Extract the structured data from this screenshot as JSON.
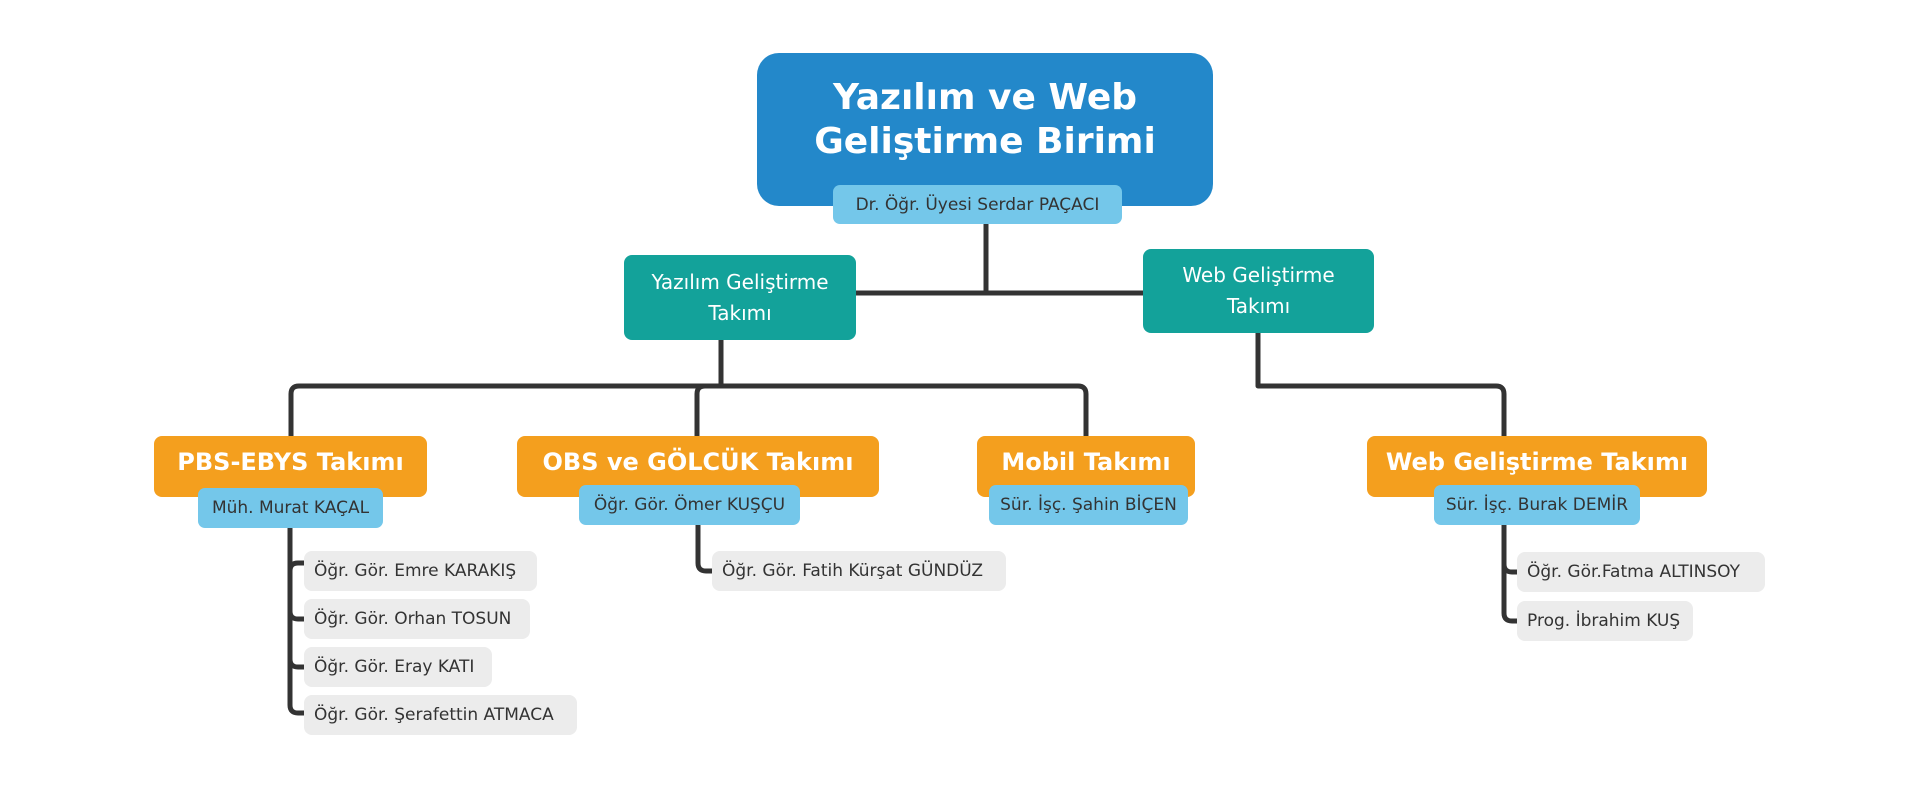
{
  "unit": {
    "title_line1": "Yazılım ve Web",
    "title_line2": "Geliştirme Birimi",
    "head": "Dr. Öğr. Üyesi Serdar PAÇACI"
  },
  "departments": [
    {
      "line1": "Yazılım Geliştirme",
      "line2": "Takımı"
    },
    {
      "line1": "Web Geliştirme",
      "line2": "Takımı"
    }
  ],
  "teams": [
    {
      "name": "PBS-EBYS Takımı",
      "lead": "Müh. Murat KAÇAL",
      "members": [
        "Öğr. Gör. Emre KARAKIŞ",
        "Öğr. Gör. Orhan TOSUN",
        "Öğr. Gör. Eray KATI",
        "Öğr. Gör. Şerafettin ATMACA"
      ]
    },
    {
      "name": "OBS ve GÖLCÜK Takımı",
      "lead": "Öğr. Gör. Ömer KUŞÇU",
      "members": [
        "Öğr. Gör. Fatih Kürşat GÜNDÜZ"
      ]
    },
    {
      "name": "Mobil Takımı",
      "lead": "Sür. İşç. Şahin BİÇEN",
      "members": []
    },
    {
      "name": "Web Geliştirme Takımı",
      "lead": "Sür. İşç. Burak DEMİR",
      "members": [
        "Öğr. Gör.Fatma ALTINSOY",
        "Prog. İbrahim KUŞ"
      ]
    }
  ],
  "colors": {
    "unit": "#2388CA",
    "lead": "#74C7EA",
    "department": "#13A29A",
    "team": "#F49F1E",
    "member": "#ECECEC",
    "connector": "#333333"
  }
}
